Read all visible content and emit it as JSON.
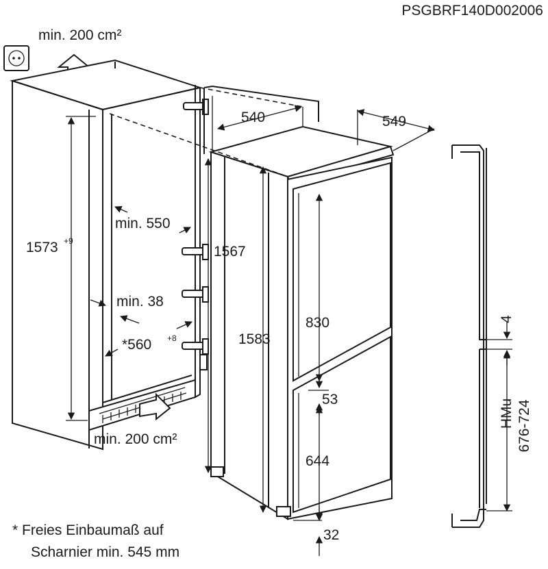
{
  "code": "PSGBRF140D002006",
  "ventilation_top": "min. 200 cm²",
  "ventilation_bottom": "min. 200 cm²",
  "niche": {
    "height_value": "1573",
    "height_tolerance": "+9",
    "depth_min": "min. 550",
    "gap_min": "min. 38",
    "width_value": "*560",
    "width_tolerance": "+8"
  },
  "appliance": {
    "door_height": "1567",
    "depth_door": "540",
    "depth_total": "549",
    "height_total": "1583",
    "upper_door": "830",
    "door_gap": "53",
    "lower_door": "644",
    "bottom": "32"
  },
  "side": {
    "gap": "4",
    "range_label": "HMu",
    "range_value": "676-724"
  },
  "footnote": {
    "line1": "* Freies Einbaumaß auf",
    "line2": "Scharnier min. 545 mm"
  },
  "icons": [
    "socket-icon",
    "arrow-up-icon",
    "arrow-right-icon"
  ]
}
